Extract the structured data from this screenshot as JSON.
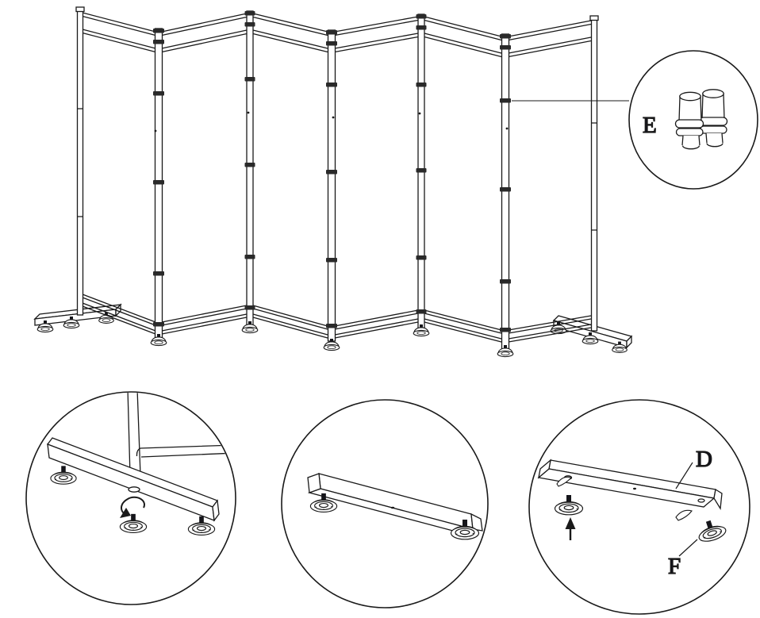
{
  "diagram": {
    "part_labels": {
      "e": "E",
      "d": "D",
      "f": "F"
    }
  }
}
